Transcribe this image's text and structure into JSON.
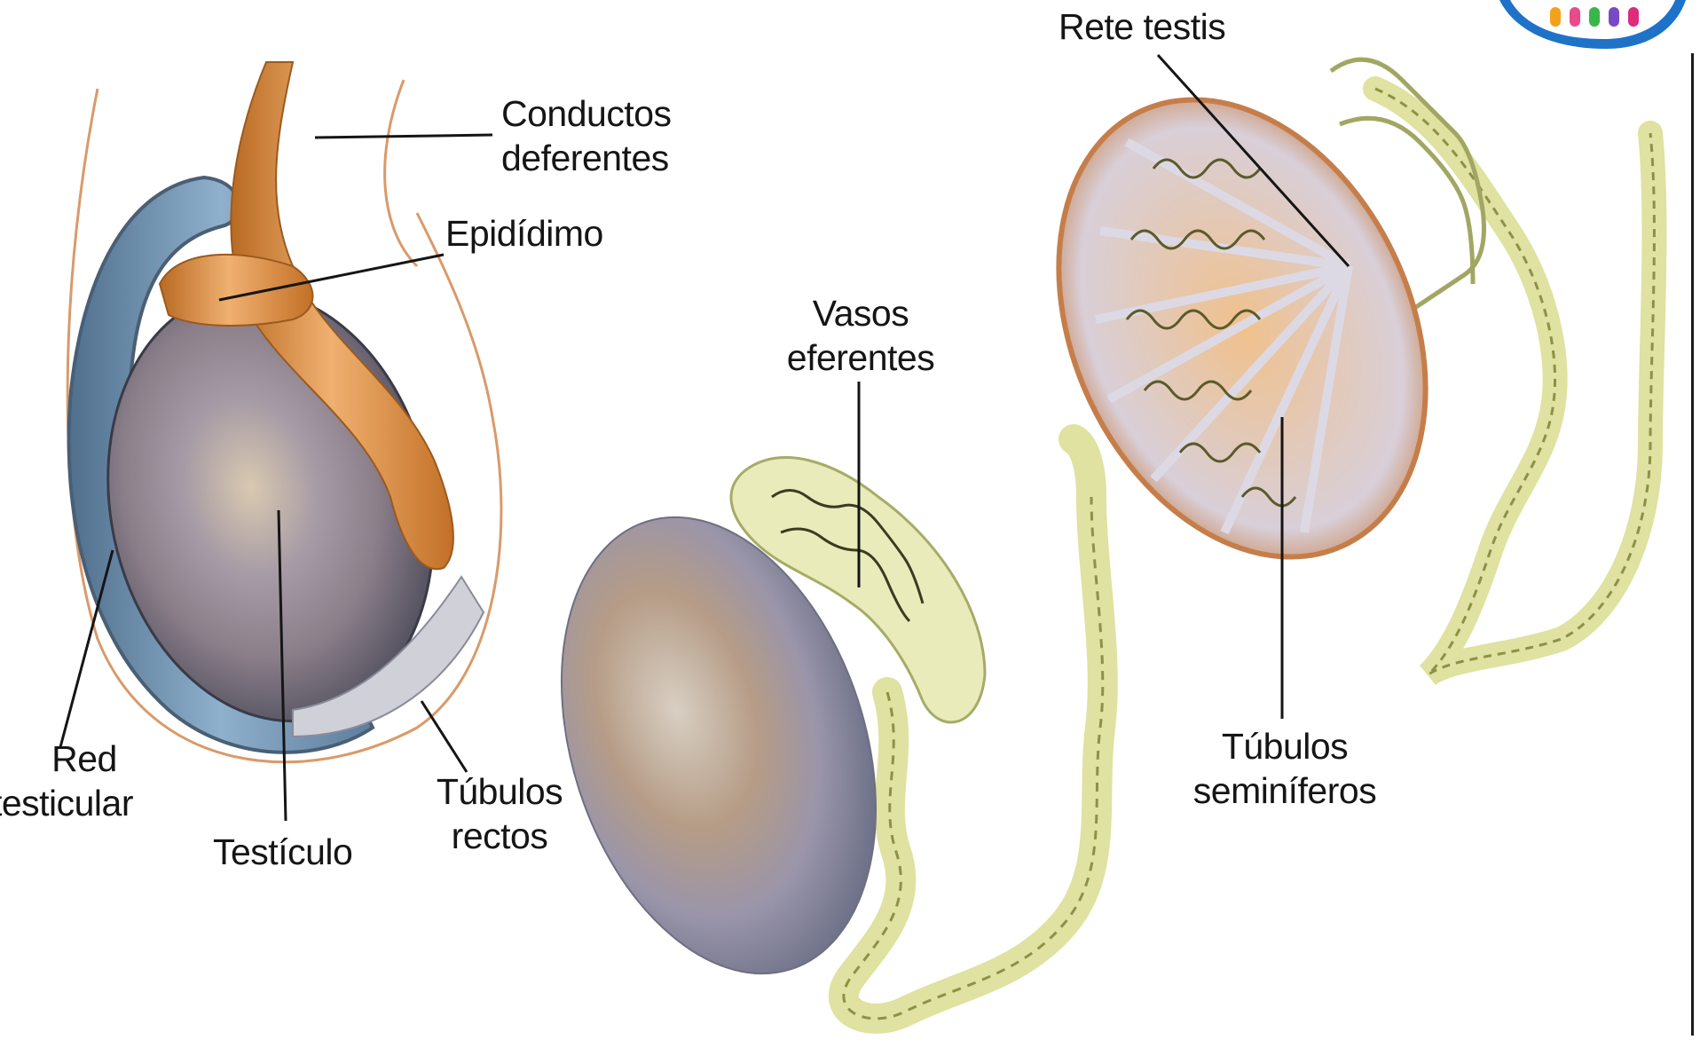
{
  "labels": {
    "conductos": [
      "Conductos",
      "deferentes"
    ],
    "epididimo": "Epidídimo",
    "red": [
      "Red",
      "testicular"
    ],
    "testiculo": "Testículo",
    "tubulos_rectos": [
      "Túbulos",
      "rectos"
    ],
    "vasos": [
      "Vasos",
      "eferentes"
    ],
    "rete": "Rete testis",
    "seminiferos": [
      "Túbulos",
      "seminíferos"
    ]
  },
  "colors": {
    "epididymis_blue": "#6e94b6",
    "deferent_orange": "#d88a3a",
    "testis_gray": "#8a8aa0",
    "tubule_yellow": "#e4e7a6",
    "lobule_orange": "#e8a05a",
    "logo_blue": "#1e73c8"
  }
}
